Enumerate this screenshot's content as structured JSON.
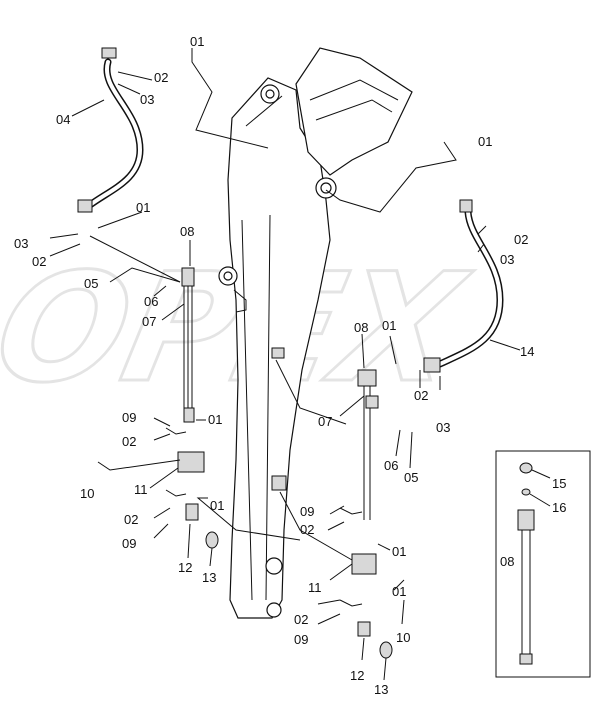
{
  "watermark": "OPEX",
  "labels": {
    "l01a": "01",
    "l02a": "02",
    "l03a": "03",
    "l04": "04",
    "l01b": "01",
    "l03b": "03",
    "l02b": "02",
    "l08a": "08",
    "l05a": "05",
    "l06a": "06",
    "l07a": "07",
    "l09a": "09",
    "l02c": "02",
    "l01c": "01",
    "l10a": "10",
    "l11a": "11",
    "l01d": "01",
    "l02d": "02",
    "l09b": "09",
    "l12a": "12",
    "l13a": "13",
    "l01e": "01",
    "l02e": "02",
    "l03e": "03",
    "l14": "14",
    "l08b": "08",
    "l01f": "01",
    "l07b": "07",
    "l02f": "02",
    "l03f": "03",
    "l06b": "06",
    "l05b": "05",
    "l09c": "09",
    "l02g": "02",
    "l01g": "01",
    "l11b": "11",
    "l02h": "02",
    "l01h": "01",
    "l09d": "09",
    "l10b": "10",
    "l12b": "12",
    "l13b": "13",
    "l15": "15",
    "l16": "16",
    "l08c": "08"
  }
}
